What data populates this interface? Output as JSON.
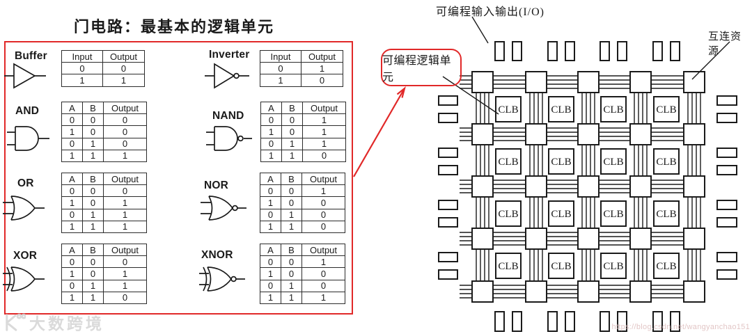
{
  "left_panel": {
    "title": "门电路：最基本的逻辑单元",
    "border_color": "#e12828",
    "gates": [
      {
        "name": "Buffer",
        "type": "buffer",
        "headers": [
          "Input",
          "Output"
        ],
        "rows": [
          [
            "0",
            "0"
          ],
          [
            "1",
            "1"
          ]
        ]
      },
      {
        "name": "Inverter",
        "type": "inverter",
        "headers": [
          "Input",
          "Output"
        ],
        "rows": [
          [
            "0",
            "1"
          ],
          [
            "1",
            "0"
          ]
        ]
      },
      {
        "name": "AND",
        "type": "and",
        "headers": [
          "A",
          "B",
          "Output"
        ],
        "rows": [
          [
            "0",
            "0",
            "0"
          ],
          [
            "1",
            "0",
            "0"
          ],
          [
            "0",
            "1",
            "0"
          ],
          [
            "1",
            "1",
            "1"
          ]
        ]
      },
      {
        "name": "NAND",
        "type": "nand",
        "headers": [
          "A",
          "B",
          "Output"
        ],
        "rows": [
          [
            "0",
            "0",
            "1"
          ],
          [
            "1",
            "0",
            "1"
          ],
          [
            "0",
            "1",
            "1"
          ],
          [
            "1",
            "1",
            "0"
          ]
        ]
      },
      {
        "name": "OR",
        "type": "or",
        "headers": [
          "A",
          "B",
          "Output"
        ],
        "rows": [
          [
            "0",
            "0",
            "0"
          ],
          [
            "1",
            "0",
            "1"
          ],
          [
            "0",
            "1",
            "1"
          ],
          [
            "1",
            "1",
            "1"
          ]
        ]
      },
      {
        "name": "NOR",
        "type": "nor",
        "headers": [
          "A",
          "B",
          "Output"
        ],
        "rows": [
          [
            "0",
            "0",
            "1"
          ],
          [
            "1",
            "0",
            "0"
          ],
          [
            "0",
            "1",
            "0"
          ],
          [
            "1",
            "1",
            "0"
          ]
        ]
      },
      {
        "name": "XOR",
        "type": "xor",
        "headers": [
          "A",
          "B",
          "Output"
        ],
        "rows": [
          [
            "0",
            "0",
            "0"
          ],
          [
            "1",
            "0",
            "1"
          ],
          [
            "0",
            "1",
            "1"
          ],
          [
            "1",
            "1",
            "0"
          ]
        ]
      },
      {
        "name": "XNOR",
        "type": "xnor",
        "headers": [
          "A",
          "B",
          "Output"
        ],
        "rows": [
          [
            "0",
            "0",
            "1"
          ],
          [
            "1",
            "0",
            "0"
          ],
          [
            "0",
            "1",
            "0"
          ],
          [
            "1",
            "1",
            "1"
          ]
        ]
      }
    ]
  },
  "fpga": {
    "labels": {
      "io": "可编程输入输出(I/O)",
      "interconnect": "互连资源",
      "logic_cell": "可编程逻辑单元"
    },
    "clb_label": "CLB",
    "grid": {
      "sb_rows": 5,
      "sb_cols": 5,
      "clb_rows": 4,
      "clb_cols": 4,
      "channel_lines": 4
    },
    "line_color": "#1a1a1a",
    "accent_color": "#e12828"
  },
  "watermarks": {
    "bottom_left": "大数跨境",
    "bottom_right": "https://blog.csdn.net/wangyanchao151"
  }
}
